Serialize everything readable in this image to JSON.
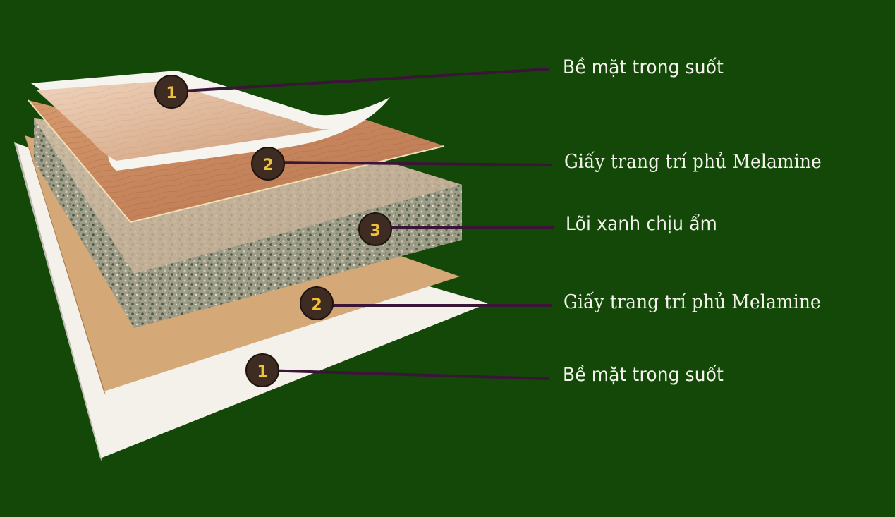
{
  "diagram": {
    "layers": [
      {
        "id": "top-clear",
        "number": "1",
        "label": "Bề mặt trong suốt"
      },
      {
        "id": "top-melamine",
        "number": "2",
        "label": "Giấy trang trí phủ Melamine"
      },
      {
        "id": "core",
        "number": "3",
        "label": "Lõi xanh chịu ẩm"
      },
      {
        "id": "bottom-melamine",
        "number": "2",
        "label": "Giấy trang trí phủ Melamine"
      },
      {
        "id": "bottom-clear",
        "number": "1",
        "label": "Bề mặt trong suốt"
      }
    ],
    "colors": {
      "background": "#134808",
      "leader_line": "#3a1538",
      "badge_fill": "#3e2c22",
      "badge_text": "#f0c23a",
      "label_text": "#f2f2ea"
    }
  }
}
